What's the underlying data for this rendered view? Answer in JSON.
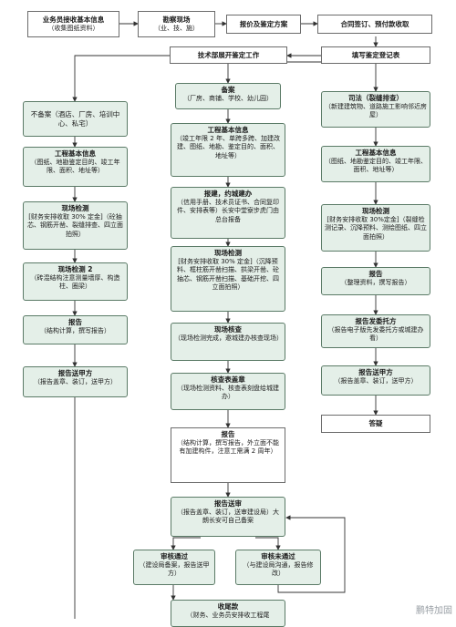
{
  "nodes": {
    "n1": {
      "title": "业务员接收基本信息",
      "sub": "（收集图纸资料）"
    },
    "n2": {
      "title": "勘察现场",
      "sub": "（业、技、施）"
    },
    "n3": {
      "title": "报价及鉴定方案",
      "sub": ""
    },
    "n4": {
      "title": "合同签订、预付款收取",
      "sub": ""
    },
    "n5": {
      "title": "填写鉴定登记表",
      "sub": ""
    },
    "n6": {
      "title": "技术部展开鉴定工作",
      "sub": ""
    },
    "l1": {
      "title": "不备案（酒店、厂房、培训中心、私宅）",
      "sub": ""
    },
    "l2": {
      "title": "工程基本信息",
      "sub": "（图纸、地勘鉴定目的、竣工年限、面积、地址等）"
    },
    "l3": {
      "title": "现场检测",
      "sub": "[财务安排收取 30% 定金]（砼抽芯、钢筋开凿、裂缝排查、四立面拍照）"
    },
    "l4": {
      "title": "现场检测 2",
      "sub": "（砖混结构注意测量墙厚、构造柱、圈梁）"
    },
    "l5": {
      "title": "报告",
      "sub": "（结构计算，撰写报告）"
    },
    "l6": {
      "title": "报告送甲方",
      "sub": "（报告盖章、装订，送甲方）"
    },
    "m1": {
      "title": "备案",
      "sub": "（厂房、商铺、学校、幼儿园）"
    },
    "m2": {
      "title": "工程基本信息",
      "sub": "（竣工年限 2 年、单跨多跨、加建改建、图纸、地勘、鉴定目的、面积、地址等）"
    },
    "m3": {
      "title": "报建，约城建办",
      "sub": "（信用手册、技术员证书、合同复印件、安排表等）长安中堂寮步虎门由总台报备"
    },
    "m4": {
      "title": "现场检测",
      "sub": "[财务安排收取 30% 定金]（沉降预料、框柱筋开凿扫描、拱梁开凿、砼抽芯、钢筋开凿扫描、基础开挖、四立面拍照）"
    },
    "m5": {
      "title": "现场核查",
      "sub": "（现场检测完成，邀城建办核查现场）"
    },
    "m6": {
      "title": "核查表盖章",
      "sub": "（现场检测资料、核查表刻盘给城建办）"
    },
    "m7": {
      "title": "报告",
      "sub": "（结构计算，撰写报告，外立面不能有加建构件，注意工需满 2 周年）"
    },
    "m8": {
      "title": "报告送审",
      "sub": "（报告盖章、装订，送审建设局）大朗长安可自己备案"
    },
    "m9": {
      "title": "审核通过",
      "sub": "（建设局备案，报告送甲方）"
    },
    "m10": {
      "title": "审核未通过",
      "sub": "（与建设局沟通，报告修改）"
    },
    "m11": {
      "title": "收尾款",
      "sub": "（财务、业务员安排收工程尾"
    },
    "r1": {
      "title": "司法（裂缝排查）",
      "sub": "（新建建筑物、道路施工影响邻近房屋）"
    },
    "r2": {
      "title": "工程基本信息",
      "sub": "（图纸、地勘鉴定目的、竣工年限、面积、地址等）"
    },
    "r3": {
      "title": "现场检测",
      "sub": "[财务安排收取 30%定金]（裂缝检测记录、沉降预料、测绘图纸、四立面拍照）"
    },
    "r4": {
      "title": "报告",
      "sub": "（整理资料，撰写报告）"
    },
    "r5": {
      "title": "报告发委托方",
      "sub": "（报告电子版先发委托方或城建办看）"
    },
    "r6": {
      "title": "报告送甲方",
      "sub": "（报告盖章、装订，送甲方）"
    },
    "r7": {
      "title": "答疑",
      "sub": ""
    }
  },
  "watermark": "鹏特加固",
  "colors": {
    "box_fill": "#e4efe8",
    "border": "#5a7a66",
    "arrow": "#333333"
  }
}
